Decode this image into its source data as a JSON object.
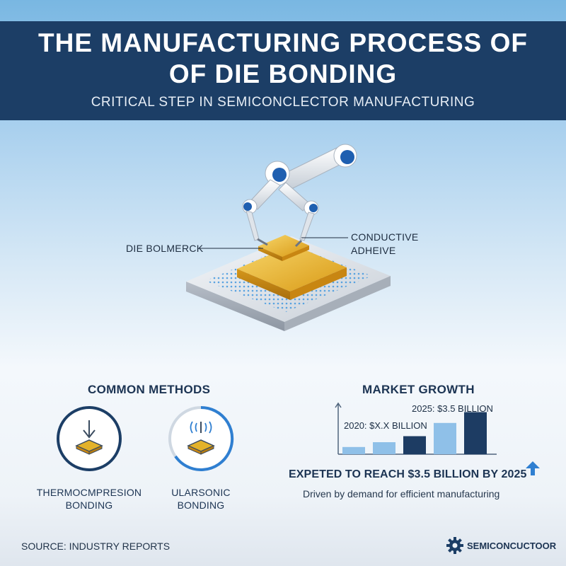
{
  "header": {
    "title_line1": "THE MANUFACTURING PROCESS OF",
    "title_line2": "OF DIE BONDING",
    "subtitle": "CRITICAL STEP IN SEMICONCLECTOR MANUFACTURING"
  },
  "illustration": {
    "callout_left": "DIE BOLMERCK",
    "callout_right_line1": "CONDUCTIVE",
    "callout_right_line2": "ADHEIVE"
  },
  "methods": {
    "heading": "COMMON METHODS",
    "items": [
      {
        "line1": "THERMOCMPRESION",
        "line2": "BONDING",
        "icon": "down-arrow-chip-icon"
      },
      {
        "line1": "ULARSONIC",
        "line2": "BONDING",
        "icon": "ultrasonic-chip-icon"
      }
    ]
  },
  "market": {
    "heading": "MARKET GROWTH",
    "label_2020": "2020: $X.X BILLION",
    "label_2025": "2025: $3.5 BILLION",
    "expect_text": "EXPETED TO REACH $3.5 BILLION BY 2025",
    "driven_text": "Driven by demand for efficient manufacturing",
    "trend_icon": "up-arrow-icon"
  },
  "chart_data": {
    "type": "bar",
    "categories": [
      "",
      "",
      "",
      "",
      ""
    ],
    "values": [
      0.6,
      1.0,
      1.5,
      2.6,
      3.5
    ],
    "colors": [
      "#8fc0e8",
      "#8fc0e8",
      "#1d3c63",
      "#8fc0e8",
      "#1d3c63"
    ],
    "ylim": [
      0,
      4
    ],
    "annotations": [
      "2020: $X.X BILLION",
      "2025: $3.5 BILLION"
    ]
  },
  "footer": {
    "source": "SOURCE: INDUSTRY REPORTS",
    "brand": "SEMICONCUCTOOR"
  },
  "colors": {
    "navy": "#1c3e66",
    "light_blue": "#8fc0e8",
    "accent_blue": "#2f7fd1",
    "gold": "#e3b22a"
  }
}
